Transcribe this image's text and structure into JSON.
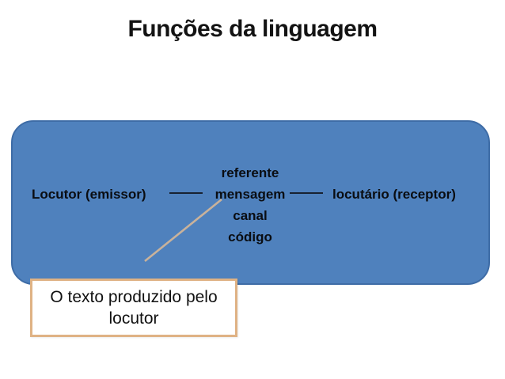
{
  "slide": {
    "title": "Funções da linguagem",
    "diagram": {
      "left_label": "Locutor (emissor)",
      "center_items": [
        "referente",
        "mensagem",
        "canal",
        "código"
      ],
      "right_label": "locutário (receptor)"
    },
    "callout": {
      "text": "O texto produzido pelo locutor"
    },
    "colors": {
      "diagram_box_fill": "#4F81BD",
      "diagram_box_border": "#3E6CA6",
      "diagram_text_color": "#0A0D12",
      "title_color": "#131313",
      "connector_color": "#10141C",
      "annotation_line_color": "#C9B29B",
      "callout_border": "#DFB284",
      "callout_fill": "#FFFFFF"
    }
  }
}
